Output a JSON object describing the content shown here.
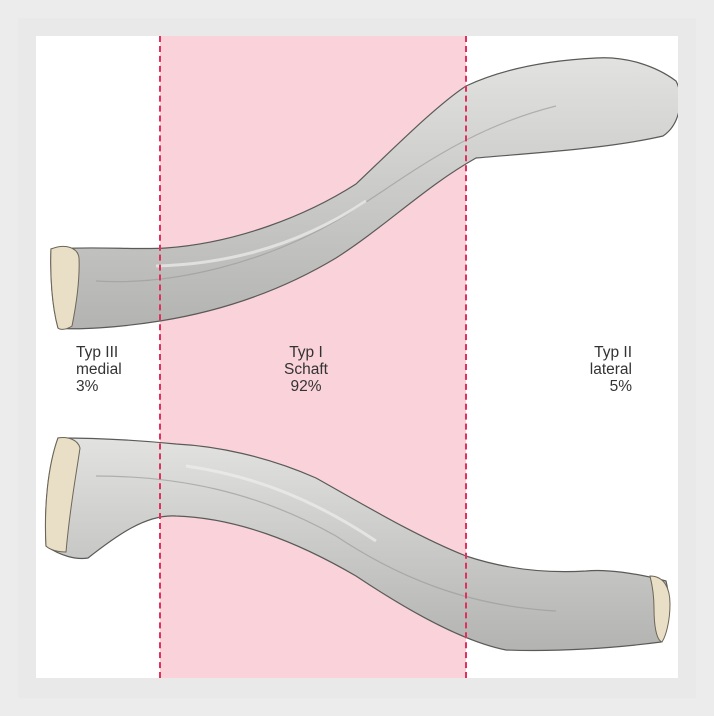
{
  "zones": {
    "medial": {
      "type": "Typ III",
      "name": "medial",
      "percent": "3%"
    },
    "shaft": {
      "type": "Typ I",
      "name": "Schaft",
      "percent": "92%"
    },
    "lateral": {
      "type": "Typ II",
      "name": "lateral",
      "percent": "5%"
    }
  },
  "colors": {
    "shaft_zone": "#f9d2da",
    "divider": "#e0305c",
    "bone": "#cfcfcd",
    "joint_surface": "#e8dfc6",
    "frame": "#e9e9e9"
  }
}
